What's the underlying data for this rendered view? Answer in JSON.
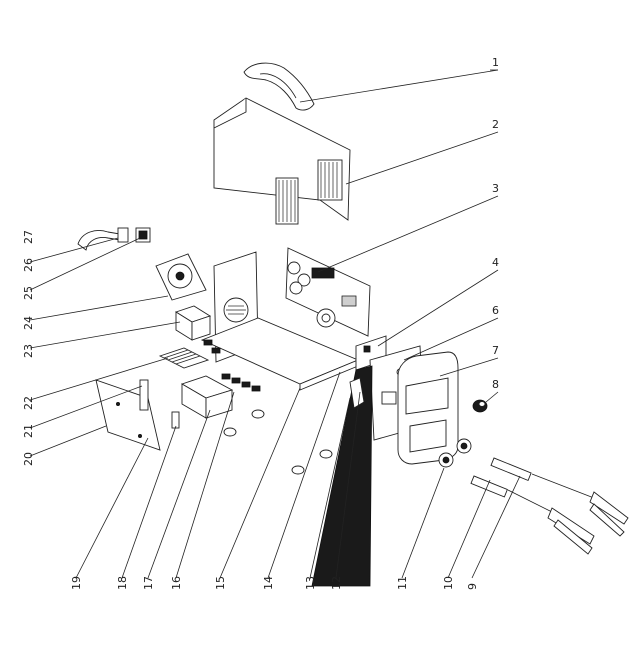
{
  "diagram": {
    "callouts": [
      {
        "id": "1",
        "label": "1"
      },
      {
        "id": "2",
        "label": "2"
      },
      {
        "id": "3",
        "label": "3"
      },
      {
        "id": "4",
        "label": "4"
      },
      {
        "id": "6",
        "label": "6"
      },
      {
        "id": "7",
        "label": "7"
      },
      {
        "id": "8",
        "label": "8"
      },
      {
        "id": "9",
        "label": "9"
      },
      {
        "id": "10",
        "label": "10"
      },
      {
        "id": "11",
        "label": "11"
      },
      {
        "id": "12",
        "label": "12"
      },
      {
        "id": "13",
        "label": "13"
      },
      {
        "id": "14",
        "label": "14"
      },
      {
        "id": "15",
        "label": "15"
      },
      {
        "id": "16",
        "label": "16"
      },
      {
        "id": "17",
        "label": "17"
      },
      {
        "id": "18",
        "label": "18"
      },
      {
        "id": "19",
        "label": "19"
      },
      {
        "id": "20",
        "label": "20"
      },
      {
        "id": "21",
        "label": "21"
      },
      {
        "id": "22",
        "label": "22"
      },
      {
        "id": "23",
        "label": "23"
      },
      {
        "id": "24",
        "label": "24"
      },
      {
        "id": "25",
        "label": "25"
      },
      {
        "id": "26",
        "label": "26"
      },
      {
        "id": "27",
        "label": "27"
      }
    ]
  }
}
